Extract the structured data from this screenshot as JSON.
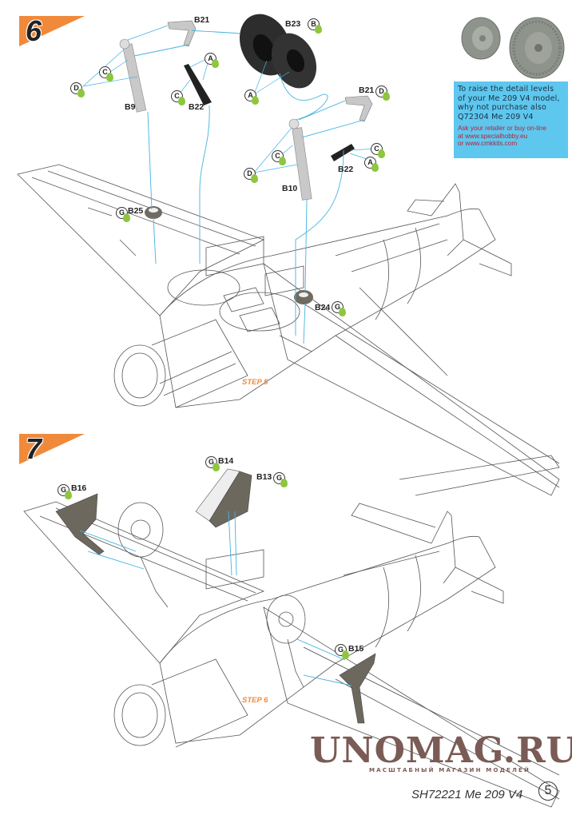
{
  "steps": [
    {
      "number": "6",
      "caption": "STEP 5"
    },
    {
      "number": "7",
      "caption": "STEP 6"
    }
  ],
  "step6_parts": {
    "B21_left": "B21",
    "B9": "B9",
    "B22_left": "B22",
    "B23": "B23",
    "B21_right": "B21",
    "B10": "B10",
    "B22_right": "B22",
    "B25": "B25",
    "B24": "B24"
  },
  "step7_parts": {
    "B16": "B16",
    "B14": "B14",
    "B13": "B13",
    "B15": "B15"
  },
  "callouts": {
    "c_left": "C",
    "d_left": "D",
    "a_left": "A",
    "c_b22_left": "C",
    "b_b23": "B",
    "a_b23": "A",
    "d_b21_right": "D",
    "c_right": "C",
    "d_right": "D",
    "c_b22_right": "C",
    "a_b22_right": "A",
    "g_b25": "G",
    "g_b24": "G",
    "g_b16": "G",
    "g_b14": "G",
    "g_b13": "G",
    "g_b15": "G"
  },
  "ad": {
    "main_text": "To raise the detail levels of your Me 209 V4 model, why not purchase also Q72304 Me 209 V4",
    "sub_line1": "Ask your retailer or buy on-line",
    "sub_line2": "at www.specialhobby.eu",
    "sub_line3": "or www.cmkkits.com"
  },
  "watermark": {
    "title": "UNOMAG.RU",
    "subtitle": "МАСШТАБНЫЙ МАГАЗИН МОДЕЛЕЙ"
  },
  "footer": {
    "code": "SH72221 Me 209 V4",
    "page": "5"
  },
  "colors": {
    "step_flag": "#f08a3a",
    "guide_line": "#45b3e0",
    "glue_drop": "#8dc63f",
    "ad_background": "#5ec7ee",
    "ad_link_text": "#b3233b",
    "watermark": "#7b5b55"
  }
}
